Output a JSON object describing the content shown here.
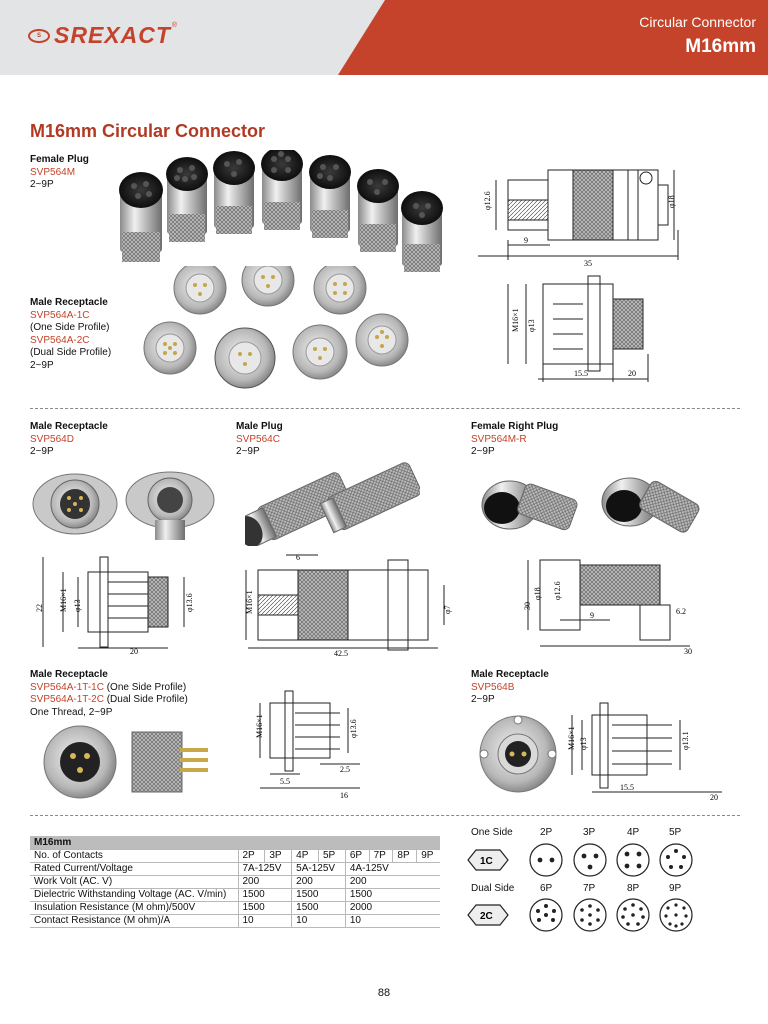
{
  "header": {
    "brand": "SREXACT",
    "subtitle": "Circular Connector",
    "title": "M16mm",
    "brand_color": "#c4432a"
  },
  "page_title": "M16mm Circular Connector",
  "sections": {
    "female_plug": {
      "title": "Female Plug",
      "part": "SVP564M",
      "range": "2~9P"
    },
    "male_receptacle_1": {
      "title": "Male Receptacle",
      "part1": "SVP564A-1C",
      "desc1": "(One Side Profile)",
      "part2": "SVP564A-2C",
      "desc2": "(Dual Side Profile)",
      "range": "2~9P"
    },
    "male_receptacle_d": {
      "title": "Male Receptacle",
      "part": "SVP564D",
      "range": "2~9P"
    },
    "male_plug": {
      "title": "Male Plug",
      "part": "SVP564C",
      "range": "2~9P"
    },
    "female_right_plug": {
      "title": "Female Right Plug",
      "part": "SVP564M-R",
      "range": "2~9P"
    },
    "male_receptacle_t": {
      "title": "Male Receptacle",
      "part1": "SVP564A-1T-1C",
      "desc1": "(One Side Profile)",
      "part2": "SVP564A-1T-2C",
      "desc2": "(Dual Side Profile)",
      "line3": "One Thread, 2~9P"
    },
    "male_receptacle_b": {
      "title": "Male Receptacle",
      "part": "SVP564B",
      "range": "2~9P"
    }
  },
  "dims": {
    "d1": [
      "φ12.6",
      "φ18",
      "9",
      "35"
    ],
    "d2": [
      "M16×1",
      "φ13",
      "15.5",
      "20"
    ],
    "d3": [
      "22",
      "M16×1",
      "φ13",
      "φ13.6",
      "20"
    ],
    "d4": [
      "6",
      "M16×1",
      "φ7",
      "42.5"
    ],
    "d5": [
      "φ18",
      "φ12.6",
      "30",
      "9",
      "6.2",
      "30"
    ],
    "d6": [
      "M16×1",
      "φ13.6",
      "2.5",
      "5.5",
      "16"
    ],
    "d7": [
      "M16×1",
      "φ13",
      "φ13.1",
      "15.5",
      "20"
    ]
  },
  "spec_table": {
    "title": "M16mm",
    "rows": [
      {
        "label": "No. of Contacts",
        "cells": [
          "2P",
          "3P",
          "4P",
          "5P",
          "6P",
          "7P",
          "8P",
          "9P"
        ]
      },
      {
        "label": "Rated Current/Voltage",
        "cells": [
          "7A-125V",
          "5A-125V",
          "4A-125V"
        ]
      },
      {
        "label": "Work Volt (AC. V)",
        "cells": [
          "200",
          "200",
          "200"
        ]
      },
      {
        "label": "Dielectric Withstanding Voltage (AC. V/min)",
        "cells": [
          "1500",
          "1500",
          "1500"
        ]
      },
      {
        "label": "Insulation Resistance (M ohm)/500V",
        "cells": [
          "1500",
          "1500",
          "2000"
        ]
      },
      {
        "label": "Contact Resistance (M ohm)/A",
        "cells": [
          "10",
          "10",
          "10"
        ]
      }
    ]
  },
  "pinouts": {
    "one_side": "One Side",
    "dual_side": "Dual Side",
    "badge1": "1C",
    "badge2": "2C",
    "top": [
      "2P",
      "3P",
      "4P",
      "5P"
    ],
    "bottom": [
      "6P",
      "7P",
      "8P",
      "9P"
    ]
  },
  "page_number": "88"
}
